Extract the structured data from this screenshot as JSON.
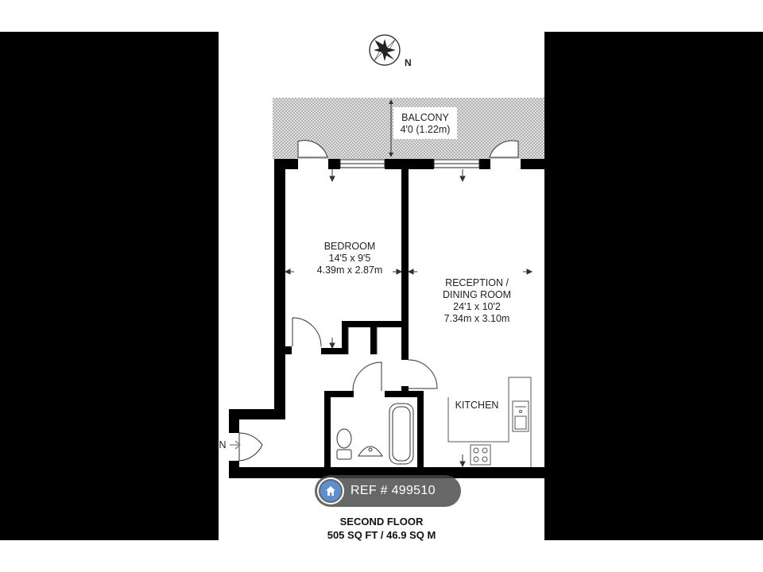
{
  "plan": {
    "north_label": "N",
    "balcony": {
      "name": "BALCONY",
      "size": "4'0 (1.22m)"
    },
    "bedroom": {
      "name": "BEDROOM",
      "size_imperial": "14'5 x 9'5",
      "size_metric": "4.39m x 2.87m"
    },
    "reception": {
      "name_line1": "RECEPTION /",
      "name_line2": "DINING ROOM",
      "size_imperial": "24'1 x 10'2",
      "size_metric": "7.34m x 3.10m"
    },
    "kitchen": {
      "name": "KITCHEN"
    },
    "entry": {
      "label": "IN"
    },
    "floor": {
      "name": "SECOND FLOOR",
      "area": "505 SQ FT / 46.9 SQ M"
    }
  },
  "watermark": {
    "ref_text": "REF # 499510",
    "icon": "home-icon",
    "icon_color": "#5b8fd0"
  },
  "colors": {
    "wall": "#000000",
    "background": "#ffffff",
    "letterbox": "#000000"
  }
}
